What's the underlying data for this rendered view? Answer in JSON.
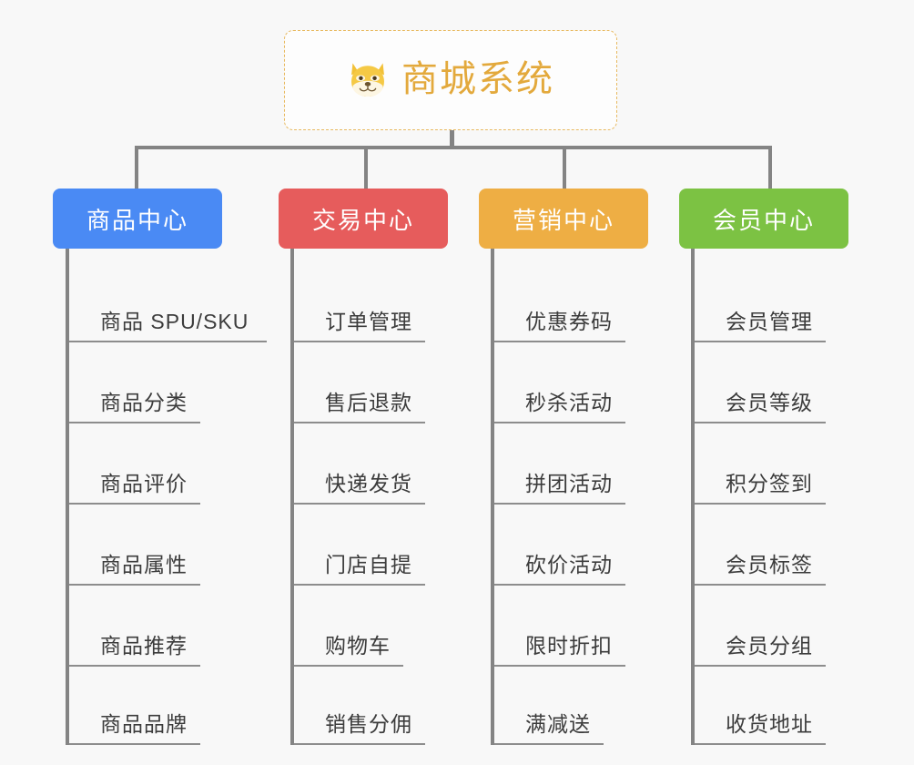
{
  "page": {
    "background": "#f8f8f8",
    "title": "商城系统"
  },
  "root": {
    "label": "商城系统",
    "icon": "shiba-dog-face-icon",
    "text_color": "#e3a93c",
    "border_color": "#e8b960"
  },
  "columns": [
    {
      "key": "product-center",
      "header": "商品中心",
      "color": "#4a8af4",
      "items": [
        "商品 SPU/SKU",
        "商品分类",
        "商品评价",
        "商品属性",
        "商品推荐",
        "商品品牌"
      ]
    },
    {
      "key": "trade-center",
      "header": "交易中心",
      "color": "#e65c5c",
      "items": [
        "订单管理",
        "售后退款",
        "快递发货",
        "门店自提",
        "购物车",
        "销售分佣"
      ]
    },
    {
      "key": "marketing-center",
      "header": "营销中心",
      "color": "#eeae44",
      "items": [
        "优惠券码",
        "秒杀活动",
        "拼团活动",
        "砍价活动",
        "限时折扣",
        "满减送"
      ]
    },
    {
      "key": "member-center",
      "header": "会员中心",
      "color": "#7cc243",
      "items": [
        "会员管理",
        "会员等级",
        "积分签到",
        "会员标签",
        "会员分组",
        "收货地址"
      ]
    }
  ]
}
